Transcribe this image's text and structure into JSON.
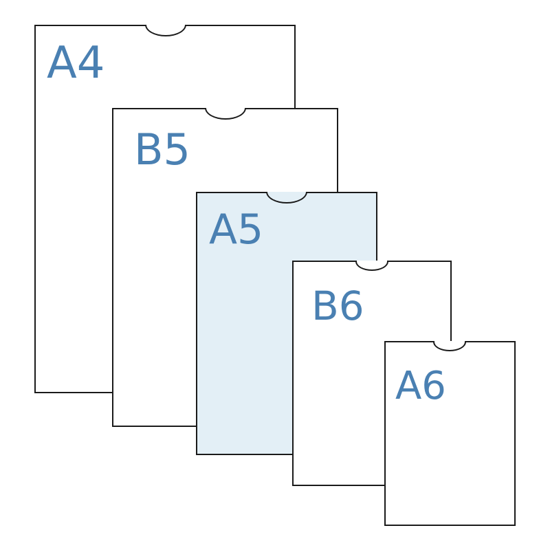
{
  "colors": {
    "label_blue": "#4a80b2",
    "outline": "#1a1a1a",
    "highlight_fill": "#e3eff6",
    "sheet_fill": "#ffffff"
  },
  "sheets": [
    {
      "label": "A4",
      "highlighted": false
    },
    {
      "label": "B5",
      "highlighted": false
    },
    {
      "label": "A5",
      "highlighted": true
    },
    {
      "label": "B6",
      "highlighted": false
    },
    {
      "label": "A6",
      "highlighted": false
    }
  ]
}
